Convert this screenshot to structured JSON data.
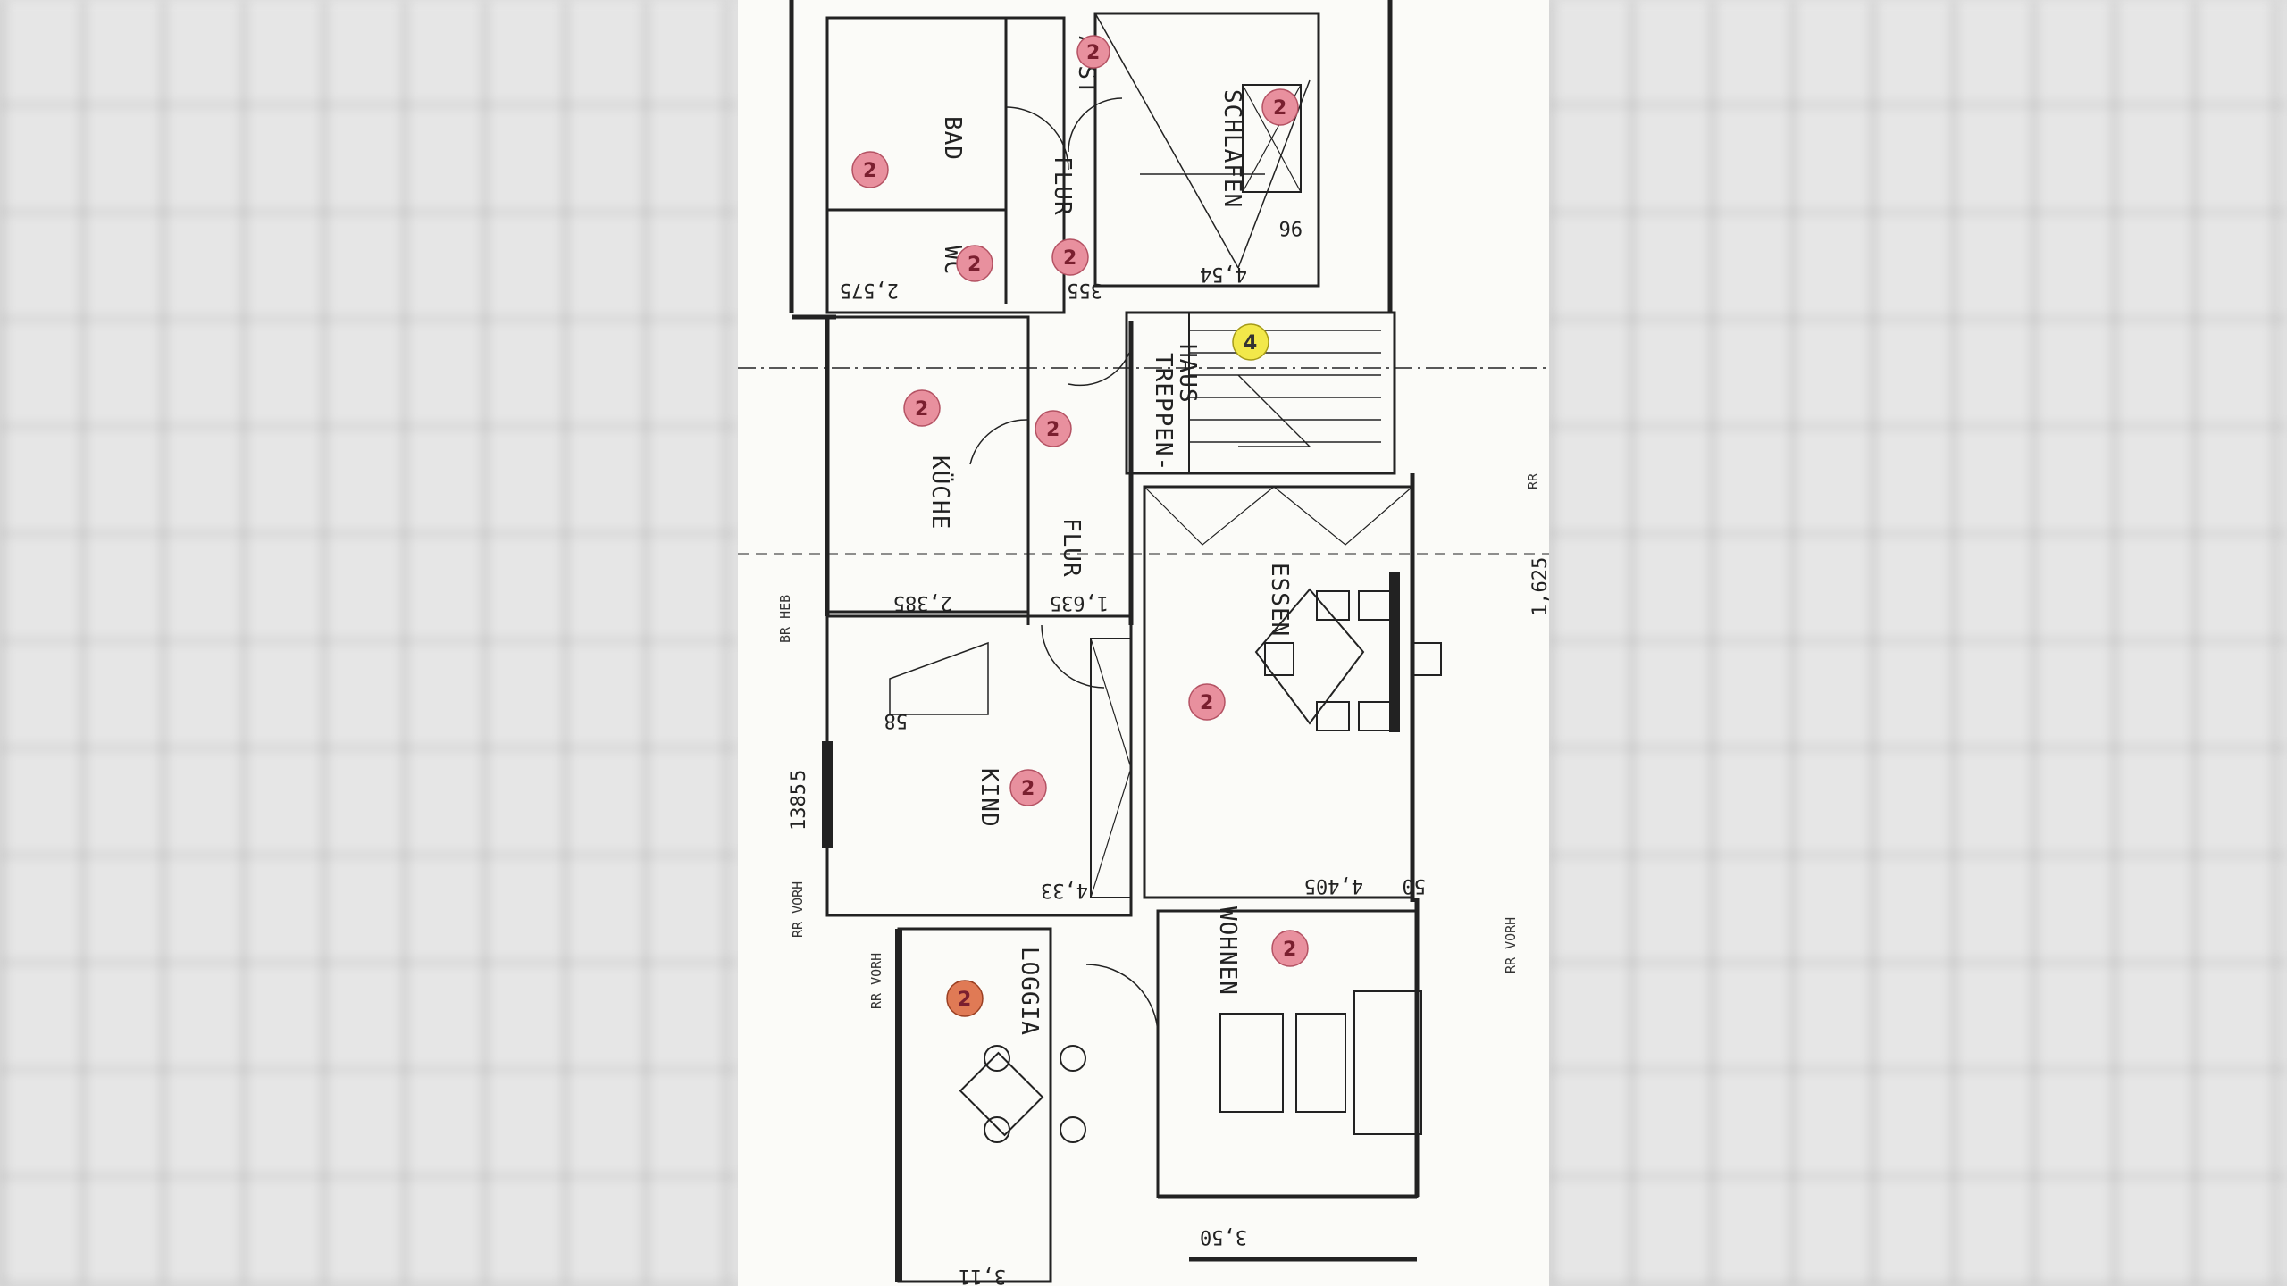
{
  "rooms": {
    "bad": "BAD",
    "abst": "ABST",
    "schlafen": "SCHLAFEN",
    "wc": "WC",
    "flur_top": "FLUR",
    "kueche": "KÜCHE",
    "treppenhaus_1": "TREPPEN-",
    "treppenhaus_2": "HAUS",
    "flur_mid": "FLUR",
    "essen": "ESSEN",
    "kind": "KIND",
    "loggia": "LOGGIA",
    "wohnen": "WOHNEN"
  },
  "dimensions": {
    "wc_width": "2,575",
    "flur_width": "355",
    "schlafen_width": "4,54",
    "schlafen_depth": "96",
    "kueche_width": "2,385",
    "flur_mid_width": "1,635",
    "side_right": "1,625",
    "kind_sill": "58",
    "kind_width": "4,33",
    "wohnen_width": "4,405",
    "wohnen_offset": "50",
    "loggia_width": "3,11",
    "wohnen_bottom": "3,50",
    "side_left_a": "1385",
    "side_left_b": "5"
  },
  "notes": {
    "br_heb": "BR HEB",
    "rr_vorh_left": "RR VORH",
    "rr_vorh_loggia": "RR VORH",
    "rr_right_top": "RR",
    "rr_vorh_right": "RR VORH"
  },
  "markers": {
    "abst": "2",
    "schlafen": "2",
    "bad": "2",
    "wc": "2",
    "flur_top": "2",
    "kueche": "2",
    "flur_mid": "2",
    "treppenhaus": "4",
    "essen": "2",
    "kind": "2",
    "loggia": "2",
    "wohnen": "2"
  },
  "colors": {
    "marker_pink": "#e8909e",
    "marker_yellow": "#f2e84a",
    "marker_orange": "#e07a55",
    "ink": "#222222"
  }
}
